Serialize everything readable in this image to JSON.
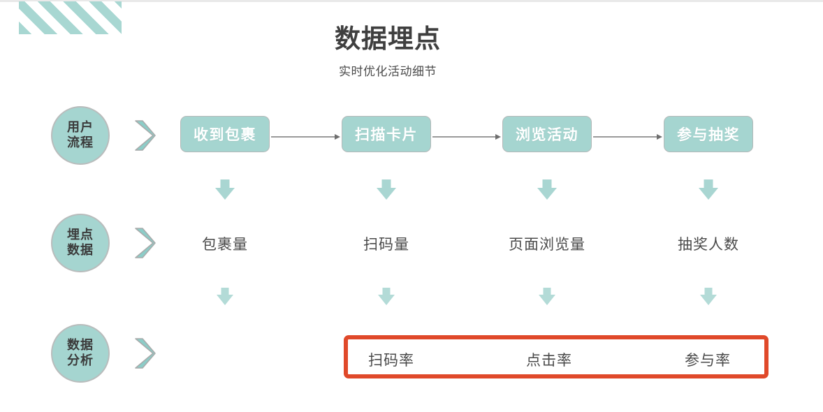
{
  "header": {
    "title": "数据埋点",
    "subtitle": "实时优化活动细节",
    "decoration": "diagonal-stripes-block"
  },
  "colors": {
    "teal": "#a5d5d0",
    "teal_light": "#a8d7d2",
    "arrow_teal": "#a9d6d2",
    "highlight_red": "#e0492a",
    "text_dark": "#3f3f3f",
    "text_body": "#4a4a4a",
    "connector_gray": "#9a9a9a"
  },
  "rows": [
    {
      "badge": {
        "line1": "用户",
        "line2": "流程"
      },
      "chevron": "chevron-right-icon",
      "steps": [
        "收到包裹",
        "扫描卡片",
        "浏览活动",
        "参与抽奖"
      ]
    },
    {
      "badge": {
        "line1": "埋点",
        "line2": "数据"
      },
      "chevron": "chevron-right-icon",
      "metrics": [
        "包裹量",
        "扫码量",
        "页面浏览量",
        "抽奖人数"
      ]
    },
    {
      "badge": {
        "line1": "数据",
        "line2": "分析"
      },
      "chevron": "chevron-right-icon",
      "analysis": [
        "扫码率",
        "点击率",
        "参与率"
      ]
    }
  ],
  "connectors": {
    "count": 3,
    "style": "thin-line-with-arrowhead"
  },
  "down_arrows": {
    "row1_to_row2": 4,
    "row2_to_row3": 4,
    "icon": "arrow-down-icon"
  }
}
